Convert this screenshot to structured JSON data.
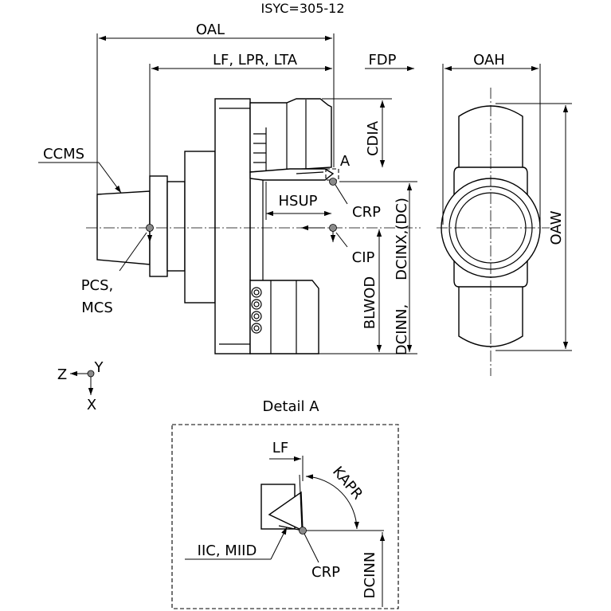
{
  "header": {
    "code": "ISYC=305-12"
  },
  "dims": {
    "oal": "OAL",
    "lf_group": "LF, LPR, LTA",
    "fdp": "FDP",
    "oah": "OAH",
    "oaw": "OAW",
    "cdia": "CDIA",
    "ccms": "CCMS",
    "a": "A",
    "hsup": "HSUP",
    "crp": "CRP",
    "dc_group": "DCINX,(DC)",
    "cip": "CIP",
    "pcs": "PCS,",
    "mcs": "MCS",
    "blwod": "BLWOD",
    "dcinn": "DCINN,"
  },
  "axes": {
    "z": "Z",
    "y": "Y",
    "x": "X"
  },
  "detail": {
    "title": "Detail A",
    "lf": "LF",
    "kapr": "KAPR",
    "iic": "IIC, MIID",
    "crp": "CRP",
    "dcinn": "DCINN"
  }
}
